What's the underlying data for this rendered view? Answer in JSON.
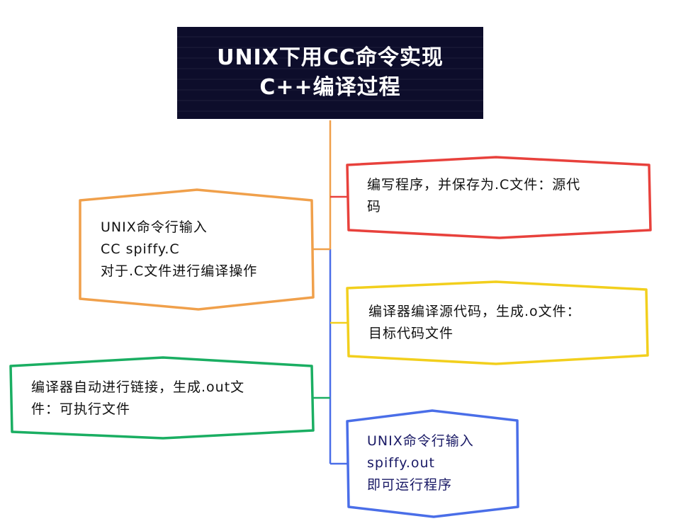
{
  "title": {
    "line1": "UNIX下用CC命令实现",
    "line2": "C++编译过程"
  },
  "nodes": [
    {
      "id": "n1",
      "color": "#e8413c",
      "lines": [
        "编写程序，并保存为.C文件：源代",
        "码"
      ]
    },
    {
      "id": "n2",
      "color": "#f0a04b",
      "lines": [
        "UNIX命令行输入",
        "CC spiffy.C",
        "对于.C文件进行编译操作"
      ]
    },
    {
      "id": "n3",
      "color": "#f2cf1d",
      "lines": [
        "编译器编译源代码，生成.o文件：",
        "目标代码文件"
      ]
    },
    {
      "id": "n4",
      "color": "#1aae62",
      "lines": [
        "编译器自动进行链接，生成.out文",
        "件：可执行文件"
      ]
    },
    {
      "id": "n5",
      "color": "#4a6ee8",
      "lines": [
        "UNIX命令行输入",
        "spiffy.out",
        "即可运行程序"
      ]
    }
  ],
  "colors": {
    "title_bg": "#0d0d2b",
    "trunk_top": "#f0a04b",
    "trunk_bottom": "#4a6ee8"
  }
}
